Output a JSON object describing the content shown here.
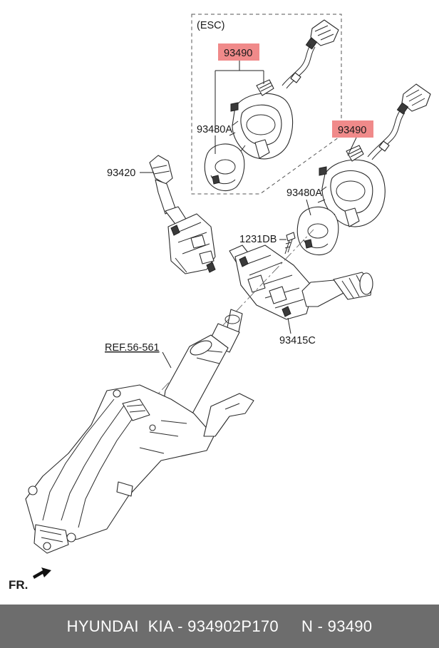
{
  "diagram": {
    "esc_label": "(ESC)",
    "labels": {
      "switch_93490_top": "93490",
      "clock_spring_93480A_top": "93480A",
      "lever_93420": "93420",
      "switch_93490_right": "93490",
      "clock_spring_93480A_right": "93480A",
      "bolt_1231DB": "1231DB",
      "multifunction_93415C": "93415C",
      "column_ref": "REF.56-561"
    },
    "direction_label": "FR.",
    "highlight_color": "#f08a8a"
  },
  "footer": {
    "text": "HYUNDAI  KIA - 934902P170     N - 93490",
    "background": "#6d6d6d"
  }
}
